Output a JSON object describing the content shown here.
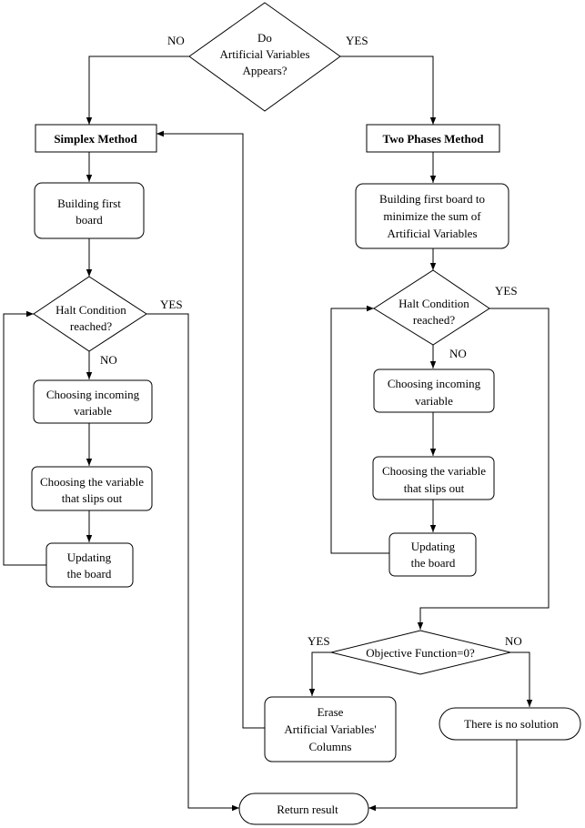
{
  "decision_artificial": {
    "lines": [
      "Do",
      "Artificial Variables",
      "Appears?"
    ]
  },
  "label_no_top": "NO",
  "label_yes_top": "YES",
  "simplex": {
    "title": "Simplex Method",
    "build": [
      "Building first",
      "board"
    ],
    "halt": [
      "Halt Condition",
      "reached?"
    ],
    "halt_yes": "YES",
    "halt_no": "NO",
    "incoming": [
      "Choosing incoming",
      "variable"
    ],
    "slips": [
      "Choosing the variable",
      "that slips out"
    ],
    "update": [
      "Updating",
      "the board"
    ]
  },
  "two_phase": {
    "title": "Two Phases Method",
    "build": [
      "Building first board to",
      "minimize the sum of",
      "Artificial Variables"
    ],
    "halt": [
      "Halt Condition",
      "reached?"
    ],
    "halt_yes": "YES",
    "halt_no": "NO",
    "incoming": [
      "Choosing incoming",
      "variable"
    ],
    "slips": [
      "Choosing the variable",
      "that slips out"
    ],
    "update": [
      "Updating",
      "the board"
    ]
  },
  "objective": {
    "text": "Objective Function=0?",
    "yes": "YES",
    "no": "NO"
  },
  "erase": [
    "Erase",
    "Artificial Variables'",
    "Columns"
  ],
  "no_solution": "There is no solution",
  "return_result": "Return result"
}
